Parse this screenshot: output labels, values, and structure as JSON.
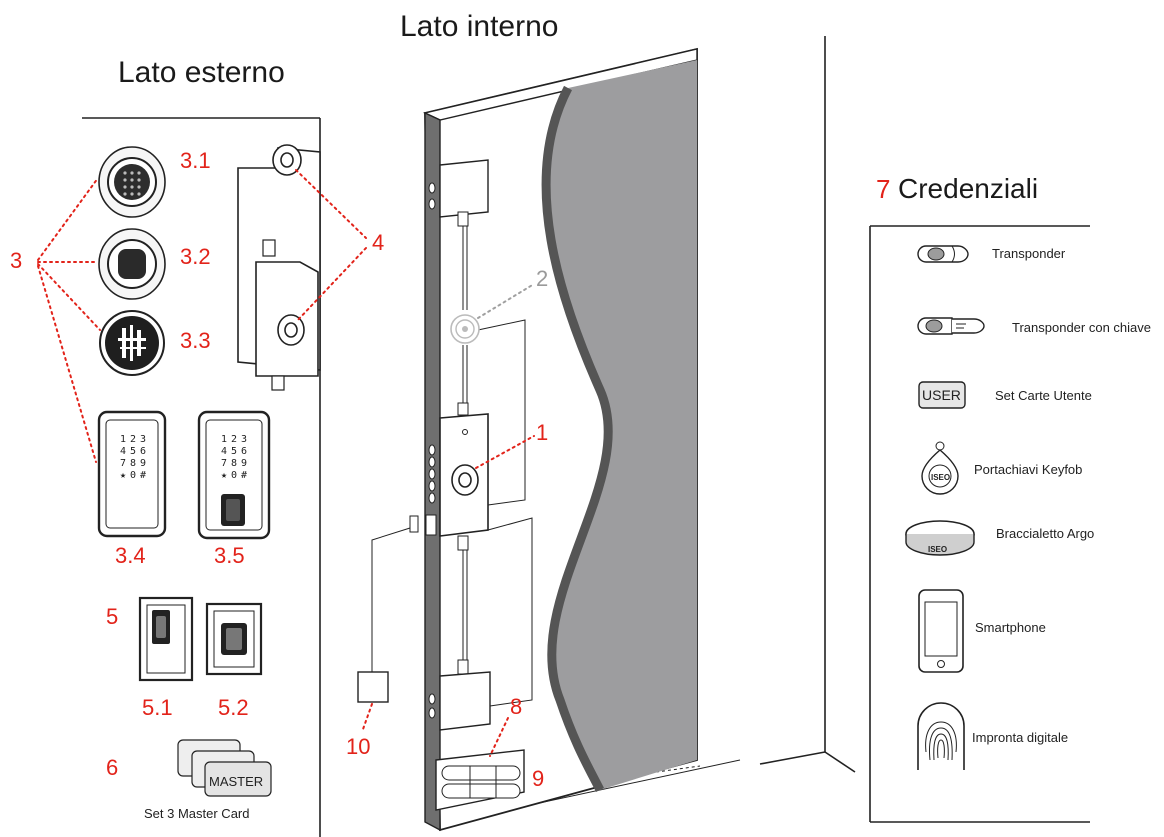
{
  "titles": {
    "outside": "Lato esterno",
    "inside": "Lato interno",
    "credentials_number": "7",
    "credentials": "Credenziali"
  },
  "labels": {
    "n1": "1",
    "n2": "2",
    "n3": "3",
    "n3_1": "3.1",
    "n3_2": "3.2",
    "n3_3": "3.3",
    "n3_4": "3.4",
    "n3_5": "3.5",
    "n4": "4",
    "n5": "5",
    "n5_1": "5.1",
    "n5_2": "5.2",
    "n6": "6",
    "n8": "8",
    "n9": "9",
    "n10": "10"
  },
  "master_card": {
    "text": "MASTER",
    "caption": "Set 3 Master Card"
  },
  "keypad": [
    "1",
    "2",
    "3",
    "4",
    "5",
    "6",
    "7",
    "8",
    "9",
    "★",
    "0",
    "#"
  ],
  "credentials": [
    {
      "label": "Transponder",
      "icon": "transponder-icon"
    },
    {
      "label": "Transponder con chiave",
      "icon": "transponder-key-icon"
    },
    {
      "label": "Set Carte Utente",
      "icon": "user-card-icon",
      "card_text": "USER"
    },
    {
      "label": "Portachiavi Keyfob",
      "icon": "keyfob-icon",
      "logo": "ISEO"
    },
    {
      "label": "Braccialetto Argo",
      "icon": "bracelet-icon",
      "logo": "ISEO"
    },
    {
      "label": "Smartphone",
      "icon": "smartphone-icon"
    },
    {
      "label": "Impronta digitale",
      "icon": "fingerprint-icon"
    }
  ],
  "colors": {
    "accent": "#e2231a",
    "door_gray": "#9d9d9f",
    "door_edge": "#555555"
  }
}
